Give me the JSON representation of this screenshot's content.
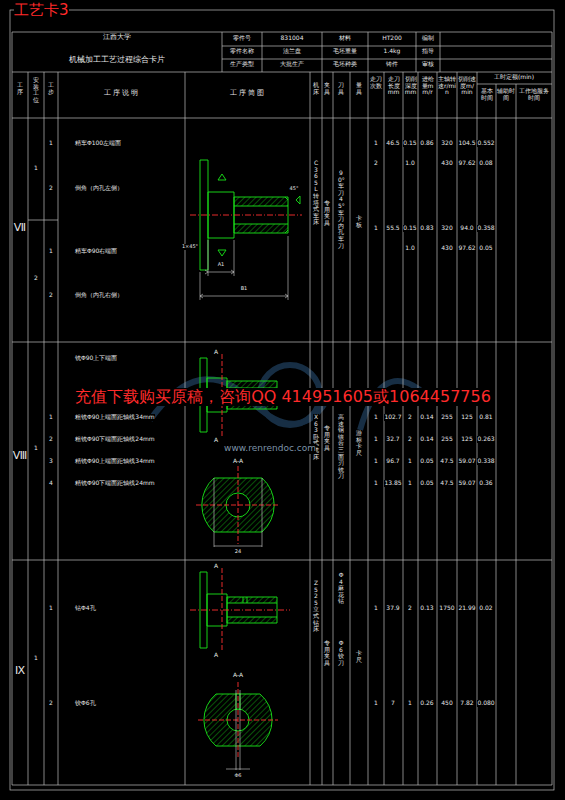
{
  "diagram": {
    "title": "工艺卡3",
    "labels": [
      "江西大学",
      "机械加工工艺过程综合卡片",
      "零件号",
      "831004",
      "材料",
      "HT200",
      "编制",
      "零件名称",
      "法兰盘",
      "毛坯重量",
      "1.4kg",
      "指导",
      "生产类型",
      "大批生产",
      "毛坯种类",
      "铸件",
      "审核",
      "工序",
      "安装工位",
      "工步",
      "工 序 说 明",
      "工 序 简 图",
      "机床",
      "夹具",
      "刀具",
      "量具",
      "走刀次数",
      "走刀长度mm",
      "切削深度mm",
      "进给量mm/r",
      "主轴转速r/min",
      "切削速度m/min",
      "工时定额(min)",
      "基本时间",
      "辅助时间",
      "工作地服务时间",
      "Ⅶ",
      "1",
      "1",
      "2",
      "2",
      "1",
      "2",
      "精车Φ100左端面",
      "倒角（内孔左侧）",
      "精车Φ90右端面",
      "倒角（内孔右侧）",
      "C365L转塔式车床",
      "专用夹具",
      "90°车刀 45°车刀 内孔车刀",
      "卡板",
      "1",
      "46.5",
      "0.15",
      "0.86",
      "320",
      "104.5",
      "0.552",
      "2",
      "1.0",
      "430",
      "97.62",
      "0.08",
      "1",
      "55.5",
      "0.15",
      "0.83",
      "320",
      "94.0",
      "0.358",
      "1.0",
      "430",
      "97.62",
      "0.05",
      "45°",
      "1×45°",
      "A1",
      "B1",
      "Ⅷ",
      "1",
      "铣Φ90上下端面",
      "1",
      "粗铣Φ90上端面距轴线34mm",
      "2",
      "粗铣Φ90下端面距轴线24mm",
      "3",
      "精铣Φ90上端面距轴线34mm",
      "4",
      "精铣Φ90下端面距轴线24mm",
      "X63卧式铣床",
      "专用夹具",
      "高速钢镶齿三面刃铣刀",
      "游标卡尺",
      "1",
      "102.7",
      "2",
      "0.14",
      "255",
      "125",
      "0.81",
      "1",
      "32.7",
      "2",
      "0.14",
      "255",
      "125",
      "0.263",
      "1",
      "96.7",
      "1",
      "0.05",
      "47.5",
      "59.07",
      "0.338",
      "1",
      "13.85",
      "1",
      "0.05",
      "47.5",
      "59.07",
      "0.36",
      "A",
      "A",
      "A-A",
      "24",
      "Ⅸ",
      "1",
      "1",
      "钻Φ4孔",
      "2",
      "铰Φ6孔",
      "Z525立式钻床",
      "专用夹具",
      "Φ4麻花钻",
      "Φ6铰刀",
      "卡尺",
      "1",
      "37.9",
      "2",
      "0.13",
      "1750",
      "21.99",
      "0.02",
      "1",
      "7",
      "1",
      "0.26",
      "450",
      "7.82",
      "0.080",
      "A",
      "A",
      "A-A",
      "Φ6",
      "充值下载购买原稿，咨询QQ 414951605或1064457756",
      "www.renrendoc.com"
    ]
  }
}
